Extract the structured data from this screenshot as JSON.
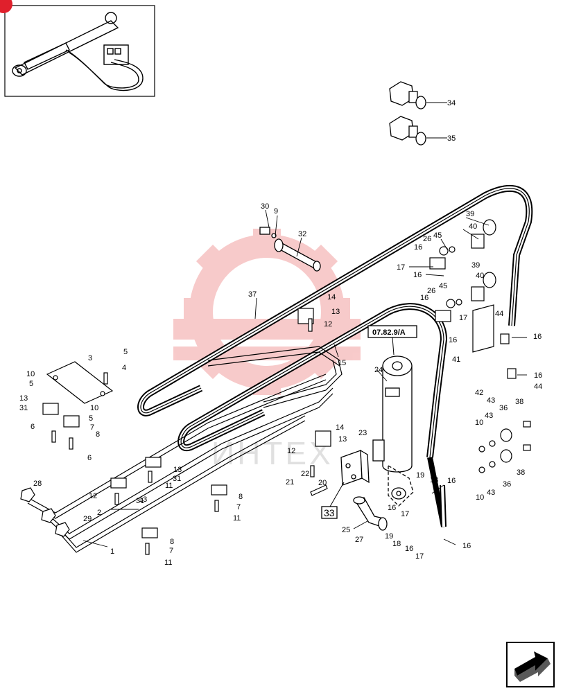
{
  "colors": {
    "watermark": "#f2a0a0",
    "badge": "#e0202c",
    "line": "#000000"
  },
  "reference_box": "07.82.9/A",
  "assembly_box": "33",
  "watermark_text": "ИНТЕХ",
  "callouts": [
    {
      "id": "c34",
      "text": "34"
    },
    {
      "id": "c35",
      "text": "35"
    },
    {
      "id": "c30",
      "text": "30"
    },
    {
      "id": "c9",
      "text": "9"
    },
    {
      "id": "c32",
      "text": "32"
    },
    {
      "id": "c39a",
      "text": "39"
    },
    {
      "id": "c40a",
      "text": "40"
    },
    {
      "id": "c26a",
      "text": "26"
    },
    {
      "id": "c45a",
      "text": "45"
    },
    {
      "id": "c16a",
      "text": "16"
    },
    {
      "id": "c17a",
      "text": "17"
    },
    {
      "id": "c16b",
      "text": "16"
    },
    {
      "id": "c39b",
      "text": "39"
    },
    {
      "id": "c40b",
      "text": "40"
    },
    {
      "id": "c26b",
      "text": "26"
    },
    {
      "id": "c45b",
      "text": "45"
    },
    {
      "id": "c16c",
      "text": "16"
    },
    {
      "id": "c17b",
      "text": "17"
    },
    {
      "id": "c44a",
      "text": "44"
    },
    {
      "id": "c16d",
      "text": "16"
    },
    {
      "id": "c16e",
      "text": "16"
    },
    {
      "id": "c41",
      "text": "41"
    },
    {
      "id": "c16f",
      "text": "16"
    },
    {
      "id": "c44b",
      "text": "44"
    },
    {
      "id": "c37",
      "text": "37"
    },
    {
      "id": "c14a",
      "text": "14"
    },
    {
      "id": "c13a",
      "text": "13"
    },
    {
      "id": "c12a",
      "text": "12"
    },
    {
      "id": "c15",
      "text": "15"
    },
    {
      "id": "c24",
      "text": "24"
    },
    {
      "id": "c42",
      "text": "42"
    },
    {
      "id": "c43a",
      "text": "43"
    },
    {
      "id": "c3",
      "text": "3"
    },
    {
      "id": "c5a",
      "text": "5"
    },
    {
      "id": "c4",
      "text": "4"
    },
    {
      "id": "c10a",
      "text": "10"
    },
    {
      "id": "c5b",
      "text": "5"
    },
    {
      "id": "c10b",
      "text": "10"
    },
    {
      "id": "c13b",
      "text": "13"
    },
    {
      "id": "c31a",
      "text": "31"
    },
    {
      "id": "c5c",
      "text": "5"
    },
    {
      "id": "c7a",
      "text": "7"
    },
    {
      "id": "c8a",
      "text": "8"
    },
    {
      "id": "c6a",
      "text": "6"
    },
    {
      "id": "c6b",
      "text": "6"
    },
    {
      "id": "c36a",
      "text": "36"
    },
    {
      "id": "c38a",
      "text": "38"
    },
    {
      "id": "c10c",
      "text": "10"
    },
    {
      "id": "c43b",
      "text": "43"
    },
    {
      "id": "c14b",
      "text": "14"
    },
    {
      "id": "c13c",
      "text": "13"
    },
    {
      "id": "c23",
      "text": "23"
    },
    {
      "id": "c12b",
      "text": "12"
    },
    {
      "id": "c13d",
      "text": "13"
    },
    {
      "id": "c31b",
      "text": "31"
    },
    {
      "id": "c11a",
      "text": "11"
    },
    {
      "id": "c20",
      "text": "20"
    },
    {
      "id": "c22",
      "text": "22"
    },
    {
      "id": "c21",
      "text": "21"
    },
    {
      "id": "c19a",
      "text": "19"
    },
    {
      "id": "c18a",
      "text": "18"
    },
    {
      "id": "c16g",
      "text": "16"
    },
    {
      "id": "c38b",
      "text": "38"
    },
    {
      "id": "c36b",
      "text": "36"
    },
    {
      "id": "c43c",
      "text": "43"
    },
    {
      "id": "c10d",
      "text": "10"
    },
    {
      "id": "c28",
      "text": "28"
    },
    {
      "id": "c12c",
      "text": "12"
    },
    {
      "id": "c13e",
      "text": "13"
    },
    {
      "id": "c31c",
      "text": "31"
    },
    {
      "id": "c8b",
      "text": "8"
    },
    {
      "id": "c7b",
      "text": "7"
    },
    {
      "id": "c11b",
      "text": "11"
    },
    {
      "id": "c29",
      "text": "29"
    },
    {
      "id": "c2",
      "text": "2"
    },
    {
      "id": "c16h",
      "text": "16"
    },
    {
      "id": "c17c",
      "text": "17"
    },
    {
      "id": "c25",
      "text": "25"
    },
    {
      "id": "c27",
      "text": "27"
    },
    {
      "id": "c19b",
      "text": "19"
    },
    {
      "id": "c18b",
      "text": "18"
    },
    {
      "id": "c16i",
      "text": "16"
    },
    {
      "id": "c17d",
      "text": "17"
    },
    {
      "id": "c16j",
      "text": "16"
    },
    {
      "id": "c8c",
      "text": "8"
    },
    {
      "id": "c7c",
      "text": "7"
    },
    {
      "id": "c11c",
      "text": "11"
    },
    {
      "id": "c1",
      "text": "1"
    }
  ]
}
